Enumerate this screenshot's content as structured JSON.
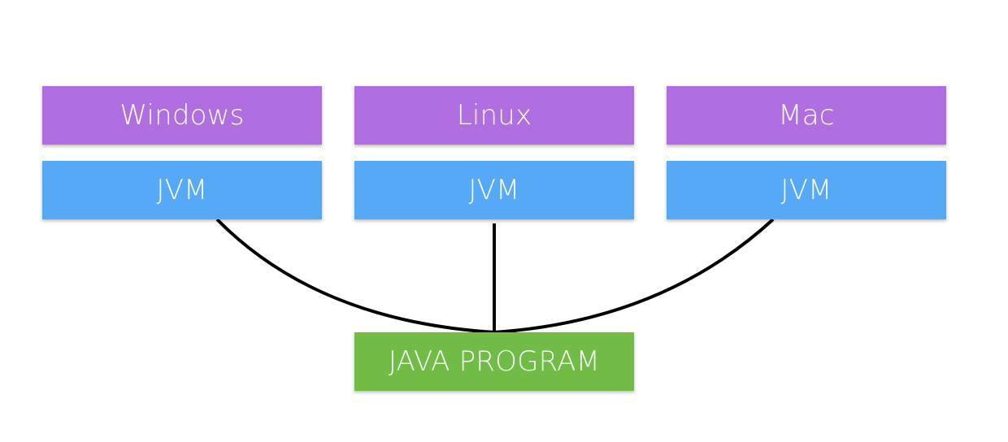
{
  "colors": {
    "os_box": "#b06ee0",
    "jvm_box": "#56a9f7",
    "program_box": "#6fbd45",
    "connector": "#000000",
    "text": "#ffffff"
  },
  "platforms": [
    {
      "os_label": "Windows",
      "jvm_label": "JVM"
    },
    {
      "os_label": "Linux",
      "jvm_label": "JVM"
    },
    {
      "os_label": "Mac",
      "jvm_label": "JVM"
    }
  ],
  "program": {
    "label": "JAVA PROGRAM"
  }
}
